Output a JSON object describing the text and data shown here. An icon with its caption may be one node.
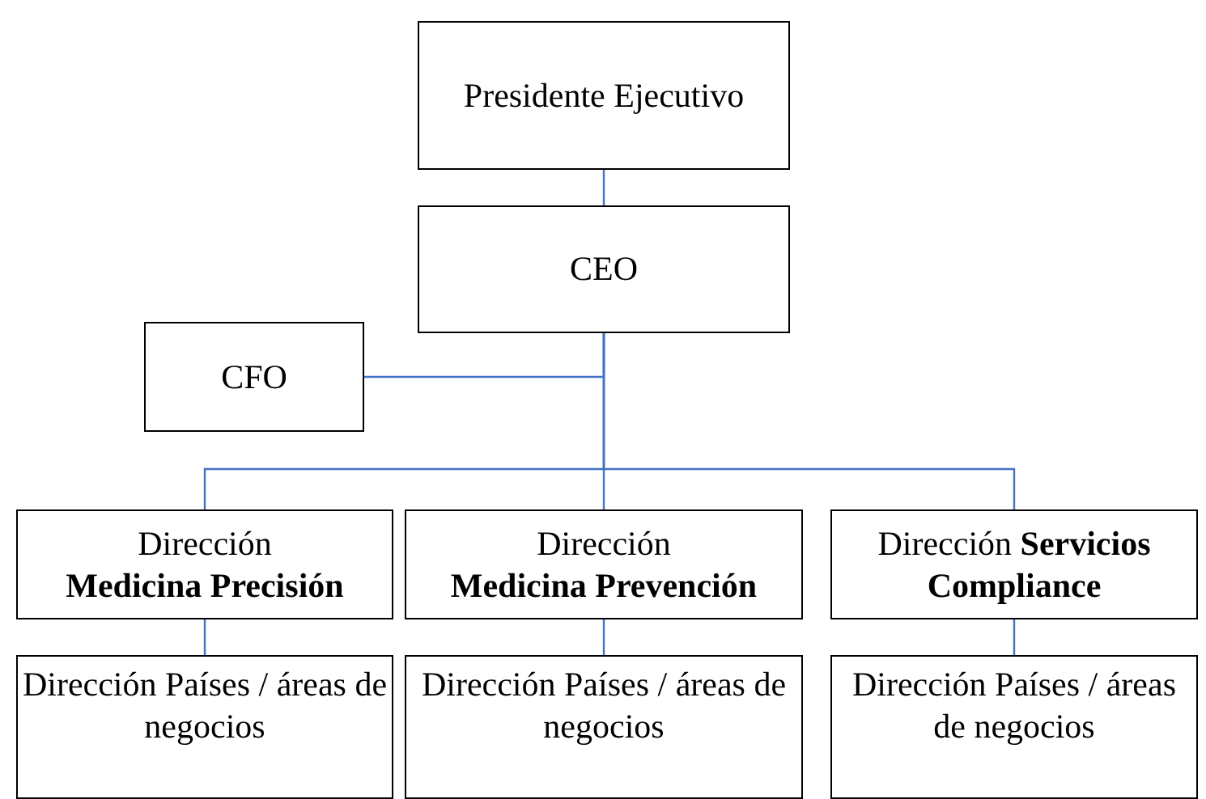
{
  "diagram": {
    "nodes": [
      {
        "text": [
          "Presidente Ejecutivo"
        ]
      },
      {
        "text": [
          "CEO"
        ]
      },
      {
        "text": [
          "CFO"
        ]
      },
      {
        "text": [
          "Dirección **Medicina Precisión**"
        ]
      },
      {
        "text": [
          "Dirección **Medicina Prevención**"
        ]
      },
      {
        "text": [
          "Dirección **Servicios Compliance**"
        ]
      },
      {
        "text": [
          "Dirección Países / áreas de negocios"
        ]
      },
      {
        "text": [
          "Dirección Países / áreas de negocios"
        ]
      },
      {
        "text": [
          "Dirección Países / áreas de negocios"
        ]
      }
    ],
    "edges": [
      {
        "from": 0,
        "to": 1,
        "arrow": "none"
      },
      {
        "from": 1,
        "to": 2,
        "arrow": "none"
      },
      {
        "from": 1,
        "to": 3,
        "arrow": "none"
      },
      {
        "from": 1,
        "to": 4,
        "arrow": "none"
      },
      {
        "from": 1,
        "to": 5,
        "arrow": "none"
      },
      {
        "from": 3,
        "to": 6,
        "arrow": "none"
      },
      {
        "from": 4,
        "to": 7,
        "arrow": "none"
      },
      {
        "from": 5,
        "to": 8,
        "arrow": "none"
      }
    ]
  }
}
